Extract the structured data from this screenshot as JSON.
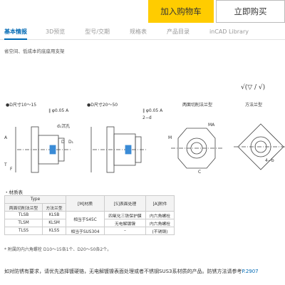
{
  "actions": {
    "add_to_cart": "加入购物车",
    "buy_now": "立即购买"
  },
  "tabs": [
    {
      "label": "基本情报",
      "active": true
    },
    {
      "label": "3D预览",
      "active": false
    },
    {
      "label": "型号/交期",
      "active": false
    },
    {
      "label": "规格表",
      "active": false
    },
    {
      "label": "产品目录",
      "active": false
    },
    {
      "label": "inCAD Library",
      "active": false
    }
  ],
  "subtitle": "省空间、低成本的底座用支架",
  "formula": "√(▽ / √)",
  "diagram_labels": {
    "left_title": "●D尺寸10～15",
    "mid_title": "●D尺寸20～50",
    "right_title1": "两面切削法兰型",
    "right_title2": "方法兰型",
    "tol1": "∥ φ0.05 A",
    "tol2": "∥ φ0.05 A",
    "d2": "2−d",
    "d1": "d₁沉孔",
    "A": "A",
    "D": "D",
    "D1": "D₁",
    "F": "F",
    "T": "T",
    "MA": "MA",
    "M": "M",
    "C": "C",
    "hole4b": "4−b"
  },
  "material": {
    "section_label": "・材质表",
    "head_type": "Type",
    "head_material": "[M]材质",
    "head_surface": "[S]表面处理",
    "head_accessory": "[A]附件",
    "sub1": "两面切削法兰型",
    "sub2": "方法兰型",
    "rows": [
      {
        "c1": "TLSB",
        "c2": "KLSB",
        "surface": "四氧化三铁保护膜"
      },
      {
        "c1": "TLSM",
        "c2": "KLSM",
        "surface": "无电解镀镍"
      },
      {
        "c1": "TLSS",
        "c2": "KLSS",
        "material": "相当于SUS304",
        "surface": "–"
      }
    ],
    "material_shared": "相当于S45C",
    "accessory1": "内六角螺栓",
    "accessory2": "内六角螺栓",
    "accessory3": "(不锈钢)"
  },
  "footnote": "* 附属的内六角螺栓 D10～15各1个、D20～50各2个。",
  "bottom_note": "如对防锈有要求，请优先选择镀硬铬，无电解镀镍表面处理或者不锈钢SUS3系材质的产品。防锈方法请参考",
  "bottom_link": "P.2907"
}
